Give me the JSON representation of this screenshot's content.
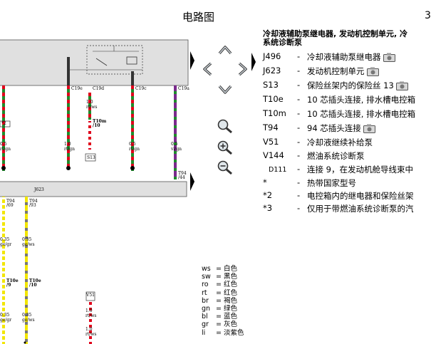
{
  "header": {
    "title": "电路图",
    "page_number": "3"
  },
  "diagram": {
    "pins": [
      "C19e",
      "C19d",
      "C19c",
      "C19a"
    ],
    "labels": {
      "a2": "*2",
      "t10m": "T10m",
      "t10m_pin": "/10",
      "s13": "S13",
      "t94_right": "T94",
      "t94_right_pin": "/44",
      "j623": "J623",
      "t94_left_1": "T94",
      "t94_left_1_pin": "/69",
      "t94_left_2": "T94",
      "t94_left_2_pin": "/93",
      "t10e_1": "T10e",
      "t10e_1_pin": "/9",
      "t10e_2": "T10e",
      "t10e_2_pin": "/10",
      "v51": "V51"
    },
    "wires": [
      {
        "size": "0.5",
        "color": "rt/gn"
      },
      {
        "size": "1.0",
        "color": "rt/gn"
      },
      {
        "size": "1.0",
        "color": "rt/ws"
      },
      {
        "size": "0.5",
        "color": "rt/gn"
      },
      {
        "size": "0.5",
        "color": "vi/gn"
      },
      {
        "size": "0.35",
        "color": "ge/gr"
      },
      {
        "size": "0.35",
        "color": "ge/ws"
      },
      {
        "size": "1.0",
        "color": "rt/ws"
      },
      {
        "size": "0.35",
        "color": "ge/gr"
      },
      {
        "size": "0.35",
        "color": "ge/ws"
      },
      {
        "size": "1.0",
        "color": "rt/ws"
      }
    ]
  },
  "legend": {
    "title_line1": "冷却液辅助泵继电器, 发动机控制单元, 冷",
    "title_line2": "系统诊断泵",
    "items": [
      {
        "code": "J496",
        "desc": "冷却液辅助泵继电器",
        "camera": true
      },
      {
        "code": "J623",
        "desc": "发动机控制单元",
        "camera": true
      },
      {
        "code": "S13",
        "desc": "保险丝架内的保险丝 13",
        "camera": true
      },
      {
        "code": "T10e",
        "desc": "10 芯插头连接, 排水槽电控箱",
        "camera": false
      },
      {
        "code": "T10m",
        "desc": "10 芯插头连接, 排水槽电控箱",
        "camera": false
      },
      {
        "code": "T94",
        "desc": "94 芯插头连接",
        "camera": true
      },
      {
        "code": "V51",
        "desc": "冷却液继续补给泵",
        "camera": false
      },
      {
        "code": "V144",
        "desc": "燃油系统诊断泵",
        "camera": false
      },
      {
        "code": "D111",
        "desc": "连接 9，在发动机舱导线束中",
        "camera": false
      },
      {
        "code": "*",
        "desc": "热带国家型号",
        "camera": false
      },
      {
        "code": "*2",
        "desc": "电控箱内的继电器和保险丝架",
        "camera": false
      },
      {
        "code": "*3",
        "desc": "仅用于带燃油系统诊断泵的汽",
        "camera": false
      }
    ]
  },
  "wire_colors": [
    {
      "code": "ws",
      "name": "白色"
    },
    {
      "code": "sw",
      "name": "黑色"
    },
    {
      "code": "ro",
      "name": "红色"
    },
    {
      "code": "rt",
      "name": "红色"
    },
    {
      "code": "br",
      "name": "褐色"
    },
    {
      "code": "gn",
      "name": "绿色"
    },
    {
      "code": "bl",
      "name": "蓝色"
    },
    {
      "code": "gr",
      "name": "灰色"
    },
    {
      "code": "li",
      "name": "淡紫色"
    }
  ],
  "icons": {
    "nav": [
      "arrow-up-icon",
      "arrow-left-icon",
      "arrow-right-icon",
      "arrow-down-icon"
    ],
    "zoom": [
      "magnifier-icon",
      "zoom-in-icon",
      "zoom-out-icon"
    ],
    "camera": "camera-icon"
  },
  "colors": {
    "relay_box_fill": "#e0e0e0",
    "red": "#e0001a",
    "green": "#1e8c2a",
    "yellow": "#f2e600",
    "violet": "#7a2a8c"
  }
}
